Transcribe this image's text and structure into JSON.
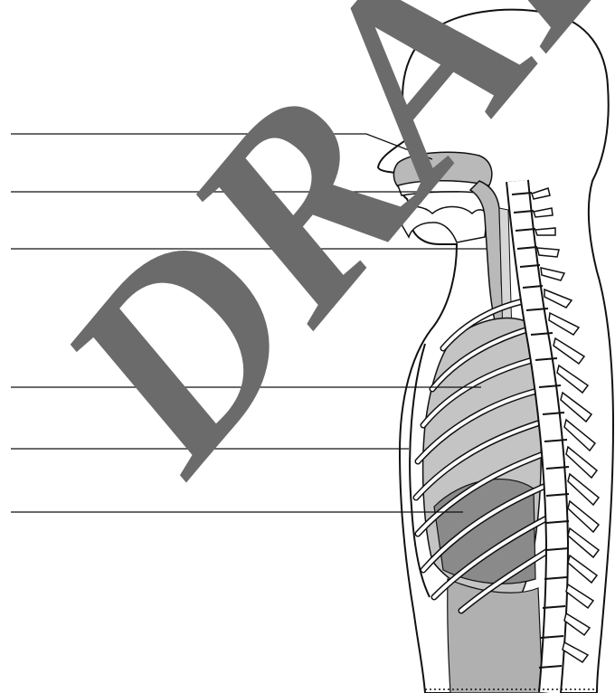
{
  "diagram": {
    "subject": "respiratory-system-sagittal-section",
    "watermark": {
      "text": "DRAFT",
      "color": "#6b6b6b"
    },
    "label_lines": [
      {
        "id": "label-line-1",
        "text": ""
      },
      {
        "id": "label-line-2",
        "text": ""
      },
      {
        "id": "label-line-3",
        "text": ""
      },
      {
        "id": "label-line-4",
        "text": ""
      },
      {
        "id": "label-line-5",
        "text": ""
      },
      {
        "id": "label-line-6",
        "text": ""
      }
    ],
    "colors": {
      "line": "#111111",
      "fill_shade": "#b9b9b9",
      "fill_dark": "#8a8a8a",
      "bone": "#ffffff"
    }
  }
}
